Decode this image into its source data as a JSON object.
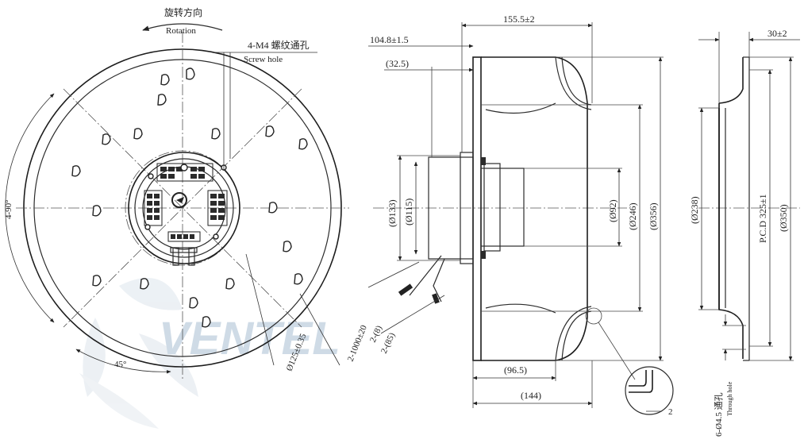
{
  "rotation": {
    "label_cn": "旋转方向",
    "label_en": "Rotation"
  },
  "screw_hole": {
    "label_cn": "4-M4 螺纹通孔",
    "label_en": "Screw hole"
  },
  "front_view": {
    "angle_90": "4-90°",
    "angle_45": "45°",
    "pcd_125": "Ø125±0.35",
    "cable_length": "2-1000±20",
    "strip_8": "2-(8)",
    "strip_85": "2-(85)"
  },
  "side_view": {
    "width_overall": "155.5±2",
    "width_1048": "104.8±1.5",
    "offset_325": "(32.5)",
    "dia_133": "(Ø133)",
    "dia_115": "(Ø115)",
    "dia_92": "(Ø92)",
    "dia_246": "(Ø246)",
    "dia_356": "(Ø356)",
    "len_965": "(96.5)",
    "len_144": "(144)",
    "detail_gap": "2"
  },
  "flange_view": {
    "thickness": "30±2",
    "dia_238": "(Ø238)",
    "pcd_325": "P.C.D 325±1",
    "dia_350": "(Ø350)",
    "through_hole_cn": "6-Ø4.5 通孔",
    "through_hole_en": "Through hole"
  },
  "watermark": {
    "brand": "VENTEL",
    "sub": ""
  },
  "icons": [
    "rotation-arrow-icon",
    "fan-blade-watermark-icon",
    "brand-logo-icon"
  ]
}
